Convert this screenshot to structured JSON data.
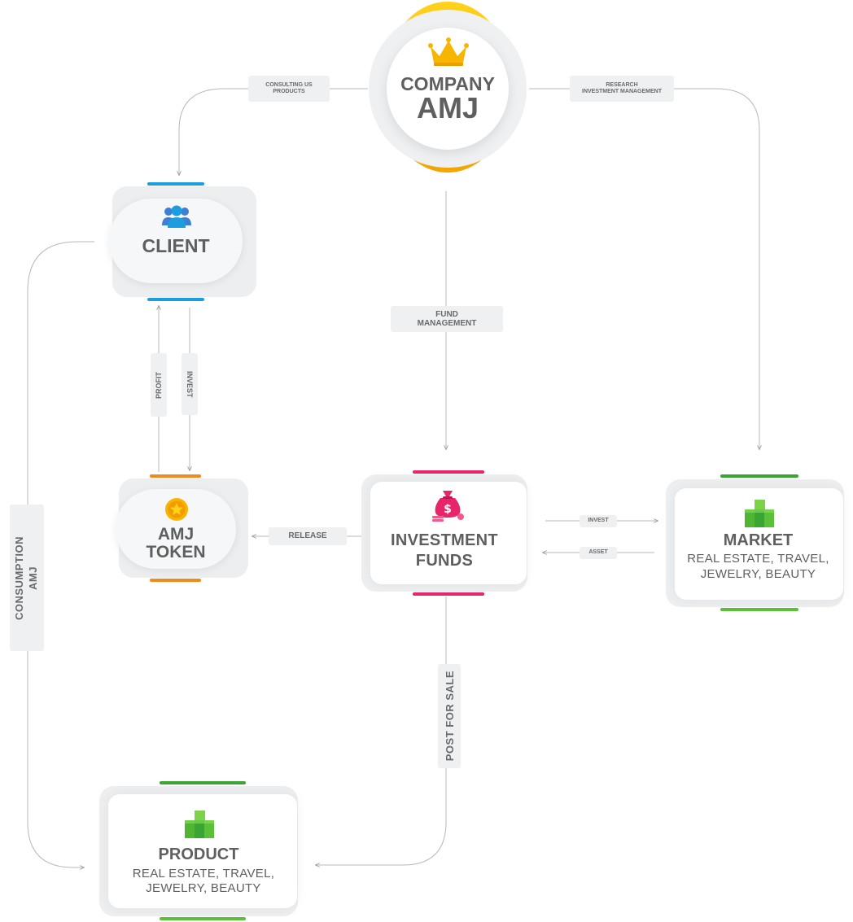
{
  "company": {
    "line1": "COMPANY",
    "line2": "AMJ"
  },
  "client": {
    "title": "CLIENT"
  },
  "token": {
    "line1": "AMJ",
    "line2": "TOKEN"
  },
  "funds": {
    "line1": "INVESTMENT",
    "line2": "FUNDS"
  },
  "market": {
    "title": "MARKET",
    "sub1": "REAL ESTATE, TRAVEL,",
    "sub2": "JEWELRY, BEAUTY"
  },
  "product": {
    "title": "PRODUCT",
    "sub1": "REAL ESTATE, TRAVEL,",
    "sub2": "JEWELRY, BEAUTY"
  },
  "labels": {
    "consulting1": "CONSULTING US",
    "consulting2": "PRODUCTS",
    "research1": "RESEARCH",
    "research2": "INVESTMENT MANAGEMENT",
    "fund1": "FUND",
    "fund2": "MANAGEMENT",
    "profit": "PROFIT",
    "invest_vertical": "INVEST",
    "release": "RELEASE",
    "invest": "INVEST",
    "asset": "ASSET",
    "post_for_sale": "POST FOR SALE",
    "consumption1": "CONSUMPTION",
    "consumption2": "AMJ"
  },
  "colors": {
    "gold": "#f5b800",
    "blue": "#1a9ee0",
    "orange": "#f08a1c",
    "pink": "#e8246b",
    "green": "#5bbf3a",
    "text": "#5f5f5f"
  },
  "icons": {
    "company": "crown-icon",
    "client": "users-icon",
    "token": "coin-star-icon",
    "funds": "money-bag-icon",
    "market": "cubes-icon",
    "product": "cubes-icon"
  }
}
